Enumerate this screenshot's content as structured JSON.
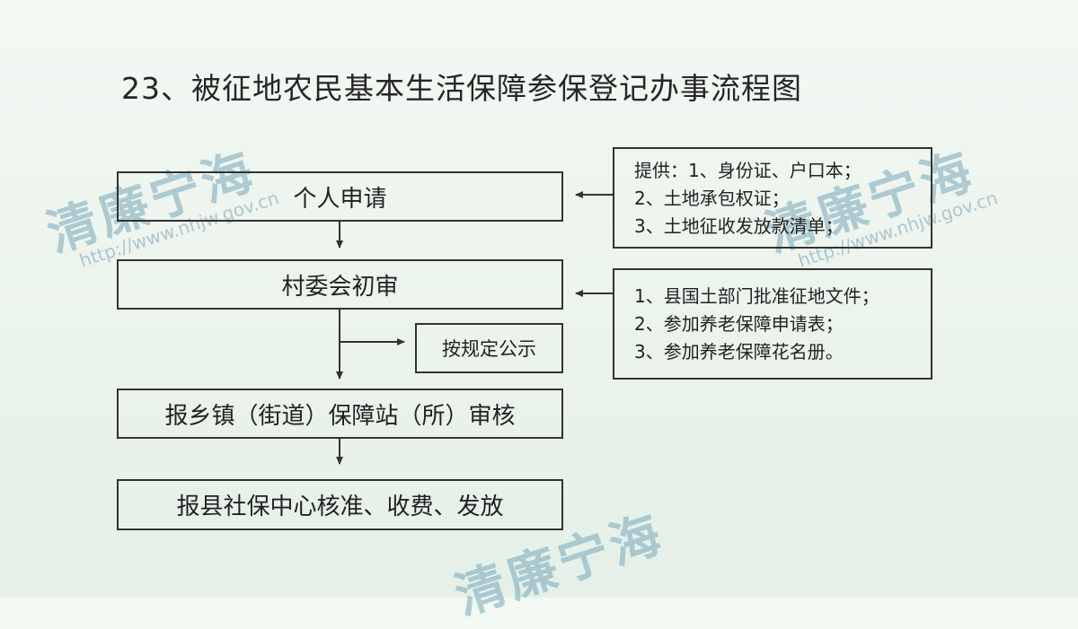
{
  "title": "23、被征地农民基本生活保障参保登记办事流程图",
  "steps": [
    {
      "label": "个人申请"
    },
    {
      "label": "村委会初审"
    },
    {
      "label": "按规定公示"
    },
    {
      "label": "报乡镇（街道）保障站（所）审核"
    },
    {
      "label": "报县社保中心核准、收费、发放"
    }
  ],
  "notes": [
    {
      "lines": [
        "提供：1、身份证、户口本；",
        "2、土地承包权证；",
        "3、土地征收发放款清单；"
      ]
    },
    {
      "lines": [
        "1、县国土部门批准征地文件；",
        "2、参加养老保障申请表；",
        "3、参加养老保障花名册。"
      ]
    }
  ],
  "watermark": {
    "text": "清廉宁海",
    "url": "http://www.nhjw.gov.cn"
  },
  "colors": {
    "border": "#333333",
    "background": "#eef5ef",
    "watermark": "#78a5b9"
  }
}
